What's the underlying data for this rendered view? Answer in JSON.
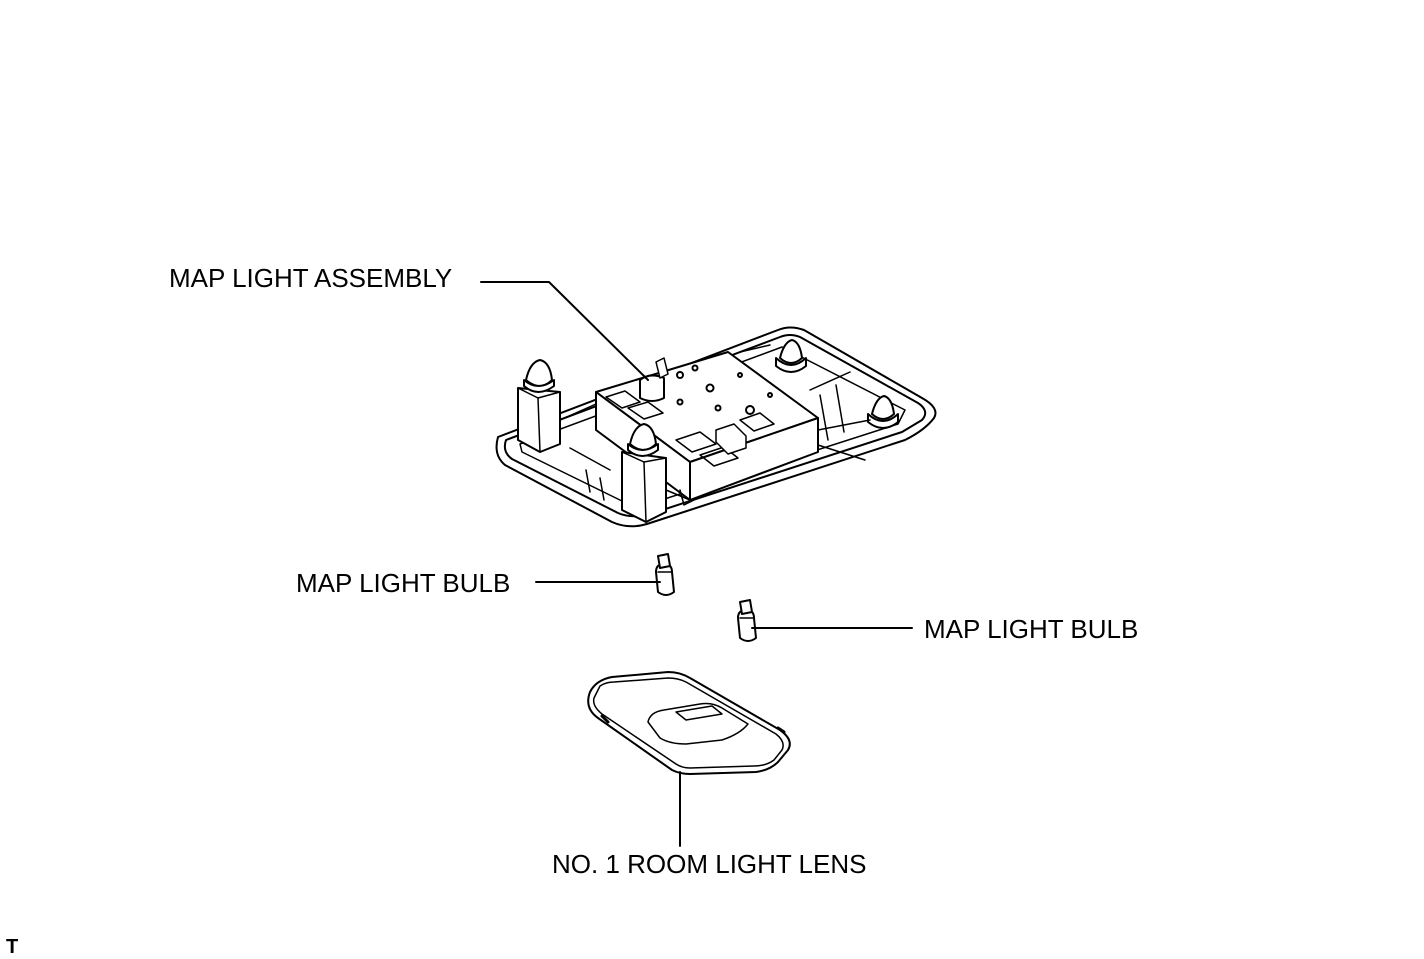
{
  "labels": {
    "map_light_assembly": "MAP LIGHT ASSEMBLY",
    "map_light_bulb_left": "MAP LIGHT BULB",
    "map_light_bulb_right": "MAP LIGHT BULB",
    "room_light_lens": "NO. 1 ROOM LIGHT LENS"
  },
  "corner_mark": "T",
  "colors": {
    "line": "#000000",
    "background": "#ffffff"
  }
}
